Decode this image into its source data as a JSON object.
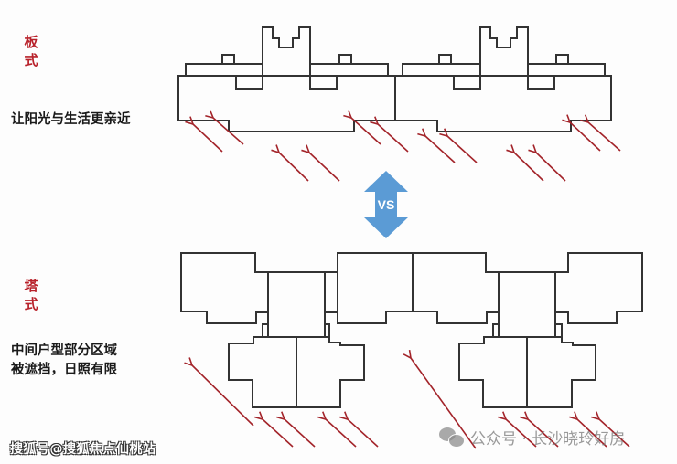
{
  "slab": {
    "title_line1": "板",
    "title_line2": "式",
    "description": "让阳光与生活更亲近"
  },
  "versus": {
    "label": "VS"
  },
  "tower": {
    "title_line1": "塔",
    "title_line2": "式",
    "description_line1": "中间户型部分区域",
    "description_line2": "被遮挡，日照有限"
  },
  "watermarks": {
    "left": "搜狐号@搜狐焦点仙桃站",
    "right": "公众号 · 长沙晓玲好房",
    "right_icon": "wechat-icon"
  },
  "colors": {
    "accent_red": "#b8212a",
    "arrow_red": "#a3242a",
    "outline": "#333333",
    "vs_blue": "#5b9bd5"
  }
}
